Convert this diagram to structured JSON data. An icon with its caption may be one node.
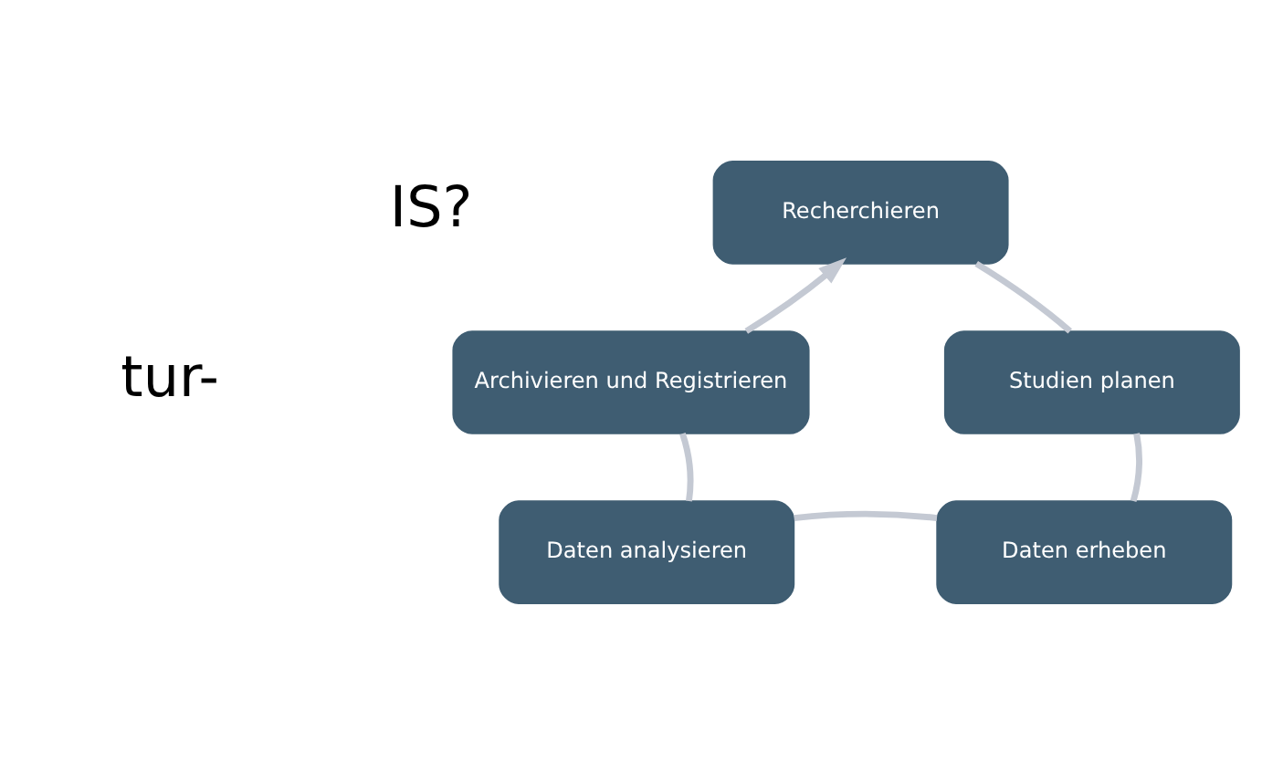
{
  "diagram": {
    "nodes": [
      {
        "text": [
          "Recherchieren"
        ]
      },
      {
        "text": [
          "Studien planen"
        ]
      },
      {
        "text": [
          "Daten erheben"
        ]
      },
      {
        "text": [
          "Daten analysieren"
        ]
      },
      {
        "text": [
          "Archivieren und Registrieren"
        ]
      }
    ],
    "edges": [
      {
        "from": 0,
        "to": 1,
        "arrow": "none"
      },
      {
        "from": 1,
        "to": 2,
        "arrow": "none"
      },
      {
        "from": 2,
        "to": 3,
        "arrow": "none"
      },
      {
        "from": 3,
        "to": 4,
        "arrow": "none"
      },
      {
        "from": 4,
        "to": 0,
        "arrow": "to"
      }
    ],
    "labels": [
      "IS?",
      "tur-"
    ]
  }
}
